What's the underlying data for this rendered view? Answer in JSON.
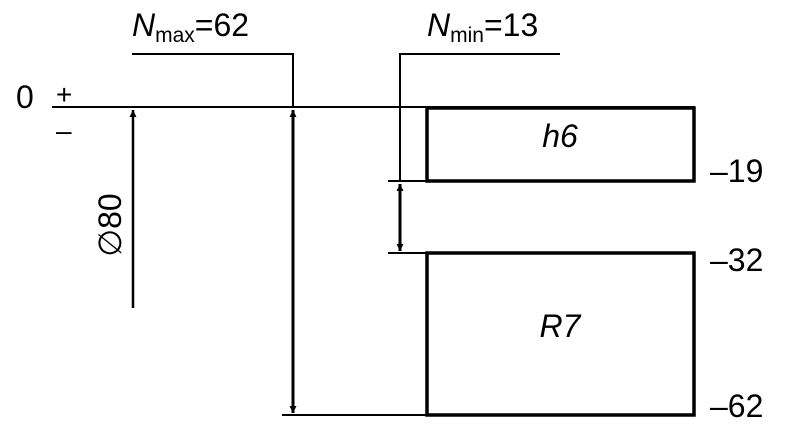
{
  "labels": {
    "nmax_symbol": "N",
    "nmax_sub": "max",
    "nmax_value": "=62",
    "nmin_symbol": "N",
    "nmin_sub": "min",
    "nmin_value": "=13",
    "zero": "0",
    "plus": "+",
    "minus": "–",
    "diameter": "∅80",
    "shaft_zone": "h6",
    "hole_zone": "R7",
    "dev_19": "–19",
    "dev_32": "–32",
    "dev_62": "–62"
  },
  "zones": [
    {
      "name": "h6",
      "upper_deviation": 0,
      "lower_deviation": -19
    },
    {
      "name": "R7",
      "upper_deviation": -32,
      "lower_deviation": -62
    }
  ],
  "interference": {
    "max": 62,
    "min": 13
  },
  "nominal_diameter": 80,
  "colors": {
    "stroke": "#000000",
    "background": "#ffffff"
  }
}
